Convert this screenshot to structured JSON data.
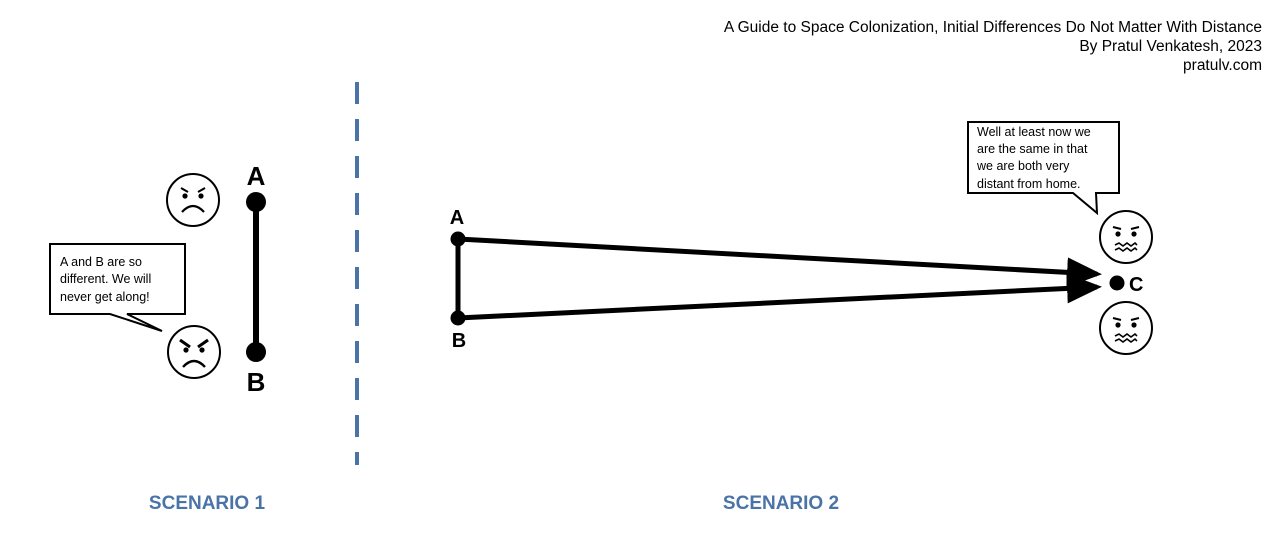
{
  "header": {
    "title": "A Guide to Space Colonization, Initial Differences Do Not Matter With Distance",
    "author": "By Pratul Venkatesh, 2023",
    "site": "pratulv.com"
  },
  "scenario1": {
    "label": "SCENARIO 1",
    "point_a": "A",
    "point_b": "B",
    "speech_lines": [
      "A and B are so",
      "different. We will",
      "never get along!"
    ],
    "face_top": "sad-face-icon",
    "face_bottom": "angry-face-icon"
  },
  "scenario2": {
    "label": "SCENARIO 2",
    "point_a": "A",
    "point_b": "B",
    "point_c": "C",
    "speech_lines": [
      "Well at least now we",
      "are the same in that",
      "we are both very",
      "distant from home."
    ],
    "face_top": "worried-face-icon",
    "face_bottom": "worried-face-icon"
  },
  "colors": {
    "scenario_label": "#4a74a8",
    "divider": "#4a74a8",
    "ink": "#000000"
  }
}
